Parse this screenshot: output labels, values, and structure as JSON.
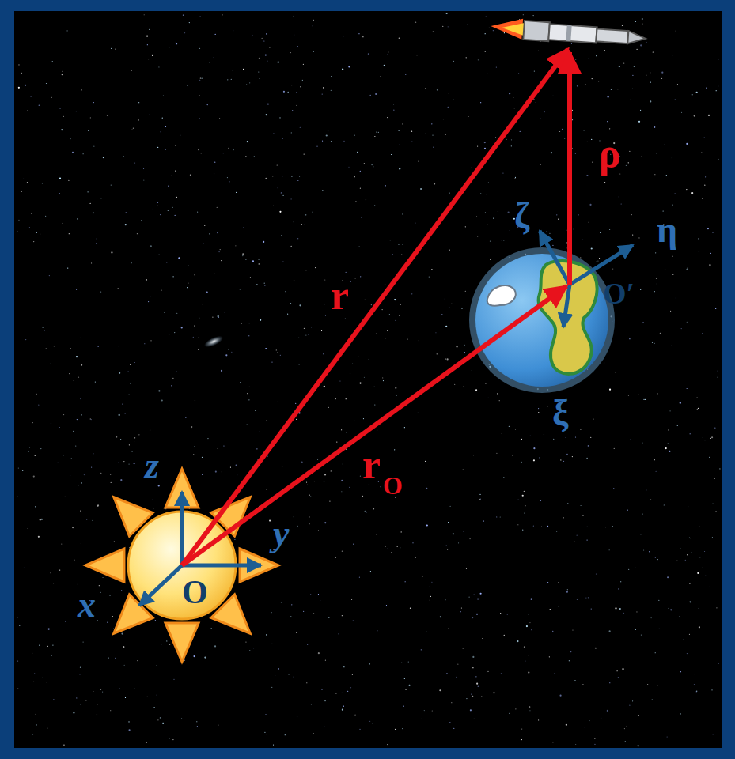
{
  "diagram": {
    "labels": [
      "z",
      "y",
      "x",
      "O",
      "ζ",
      "η",
      "ξ",
      "O′",
      "r",
      "r",
      "O",
      "ρ"
    ]
  }
}
